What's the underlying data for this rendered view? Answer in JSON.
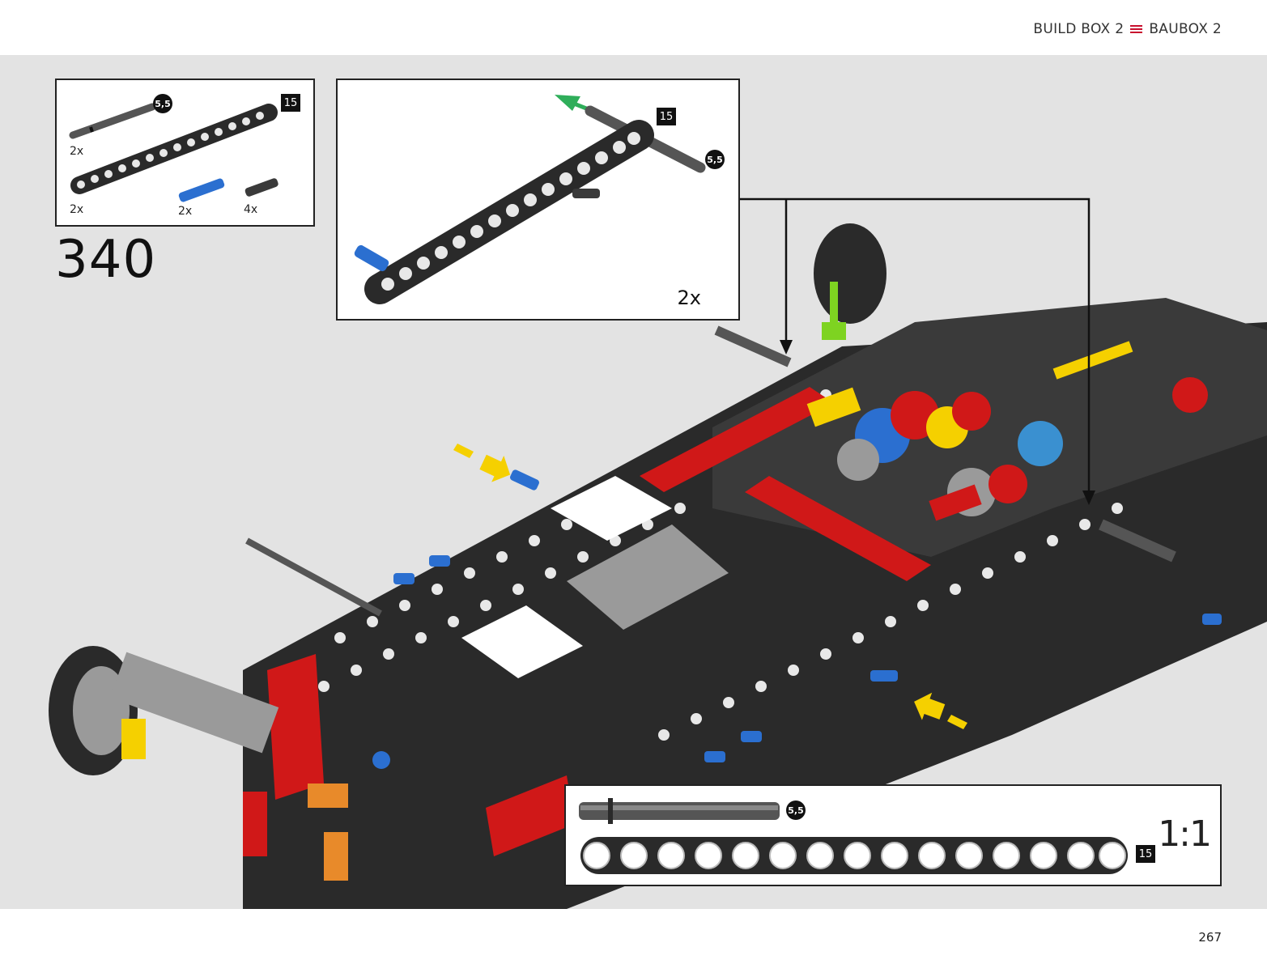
{
  "header": {
    "title_left": "BUILD BOX 2",
    "title_right": "BAUBOX 2"
  },
  "step": {
    "number": "340"
  },
  "parts_list": {
    "items": [
      {
        "part": "axle-5.5",
        "qty": "2x",
        "icon": "axle-with-stop-icon"
      },
      {
        "part": "beam-15",
        "qty": "2x",
        "icon": "beam-15-icon"
      },
      {
        "part": "blue-pin",
        "qty": "2x",
        "icon": "blue-axle-pin-icon"
      },
      {
        "part": "black-pin",
        "qty": "4x",
        "icon": "black-friction-pin-icon"
      }
    ],
    "axle_badge": "5,5",
    "beam_badge": "15"
  },
  "sub_step": {
    "beam_badge": "15",
    "axle_badge": "5,5",
    "quantity": "2x"
  },
  "ruler": {
    "axle_badge": "5,5",
    "beam_badge": "15",
    "scale": "1:1"
  },
  "page": {
    "number": "267"
  },
  "colors": {
    "accent": "#c8102e",
    "background": "#e3e3e3",
    "panel_border": "#222222",
    "arrow_green": "#2fae5a",
    "arrow_yellow": "#f5d000"
  }
}
